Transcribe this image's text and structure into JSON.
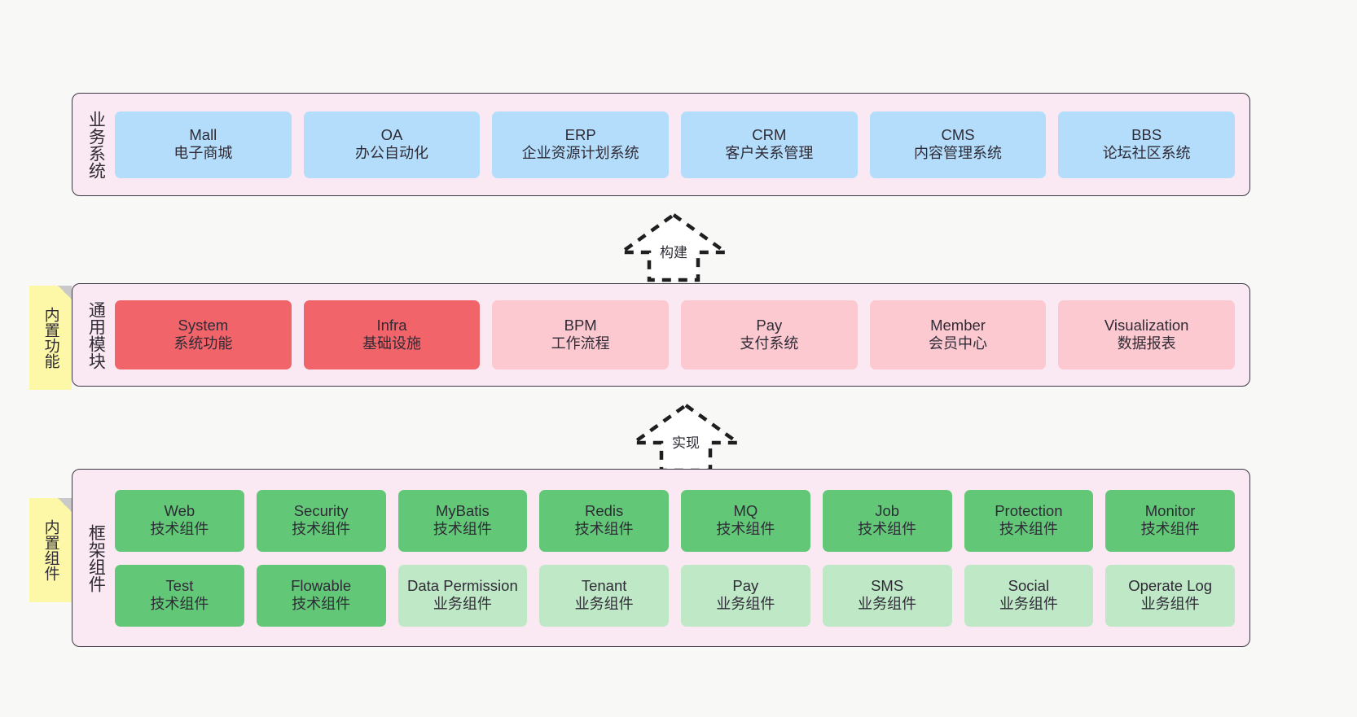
{
  "diagram": {
    "background": "#f8f8f7",
    "layer_fill": "#fae8f2",
    "layer_border": "#3d3846"
  },
  "layers": [
    {
      "id": "business-systems",
      "title": "业务系统",
      "cards": [
        {
          "en": "Mall",
          "cn": "电子商城",
          "color": "#b3ddfb"
        },
        {
          "en": "OA",
          "cn": "办公自动化",
          "color": "#b3ddfb"
        },
        {
          "en": "ERP",
          "cn": "企业资源计划系统",
          "color": "#b3ddfb"
        },
        {
          "en": "CRM",
          "cn": "客户关系管理",
          "color": "#b3ddfb"
        },
        {
          "en": "CMS",
          "cn": "内容管理系统",
          "color": "#b3ddfb"
        },
        {
          "en": "BBS",
          "cn": "论坛社区系统",
          "color": "#b3ddfb"
        }
      ]
    },
    {
      "id": "common-modules",
      "title": "通用模块",
      "sticky": "内置功能",
      "cards": [
        {
          "en": "System",
          "cn": "系统功能",
          "color": "#f0646a"
        },
        {
          "en": "Infra",
          "cn": "基础设施",
          "color": "#f0646a"
        },
        {
          "en": "BPM",
          "cn": "工作流程",
          "color": "#fcc9d1"
        },
        {
          "en": "Pay",
          "cn": "支付系统",
          "color": "#fcc9d1"
        },
        {
          "en": "Member",
          "cn": "会员中心",
          "color": "#fcc9d1"
        },
        {
          "en": "Visualization",
          "cn": "数据报表",
          "color": "#fcc9d1"
        }
      ]
    },
    {
      "id": "framework-components",
      "title": "框架组件",
      "sticky": "内置组件",
      "rows": [
        [
          {
            "en": "Web",
            "cn": "技术组件",
            "color": "#62c878"
          },
          {
            "en": "Security",
            "cn": "技术组件",
            "color": "#62c878"
          },
          {
            "en": "MyBatis",
            "cn": "技术组件",
            "color": "#62c878"
          },
          {
            "en": "Redis",
            "cn": "技术组件",
            "color": "#62c878"
          },
          {
            "en": "MQ",
            "cn": "技术组件",
            "color": "#62c878"
          },
          {
            "en": "Job",
            "cn": "技术组件",
            "color": "#62c878"
          },
          {
            "en": "Protection",
            "cn": "技术组件",
            "color": "#62c878"
          },
          {
            "en": "Monitor",
            "cn": "技术组件",
            "color": "#62c878"
          }
        ],
        [
          {
            "en": "Test",
            "cn": "技术组件",
            "color": "#62c878"
          },
          {
            "en": "Flowable",
            "cn": "技术组件",
            "color": "#62c878"
          },
          {
            "en": "Data Permission",
            "cn": "业务组件",
            "color": "#bfe8c7"
          },
          {
            "en": "Tenant",
            "cn": "业务组件",
            "color": "#bfe8c7"
          },
          {
            "en": "Pay",
            "cn": "业务组件",
            "color": "#bfe8c7"
          },
          {
            "en": "SMS",
            "cn": "业务组件",
            "color": "#bfe8c7"
          },
          {
            "en": "Social",
            "cn": "业务组件",
            "color": "#bfe8c7"
          },
          {
            "en": "Operate Log",
            "cn": "业务组件",
            "color": "#bfe8c7"
          }
        ]
      ]
    }
  ],
  "arrows": [
    {
      "id": "build-arrow",
      "label": "构建",
      "direction": "up",
      "style": "dashed-hollow"
    },
    {
      "id": "implement-arrow",
      "label": "实现",
      "direction": "up",
      "style": "dashed-hollow"
    }
  ]
}
